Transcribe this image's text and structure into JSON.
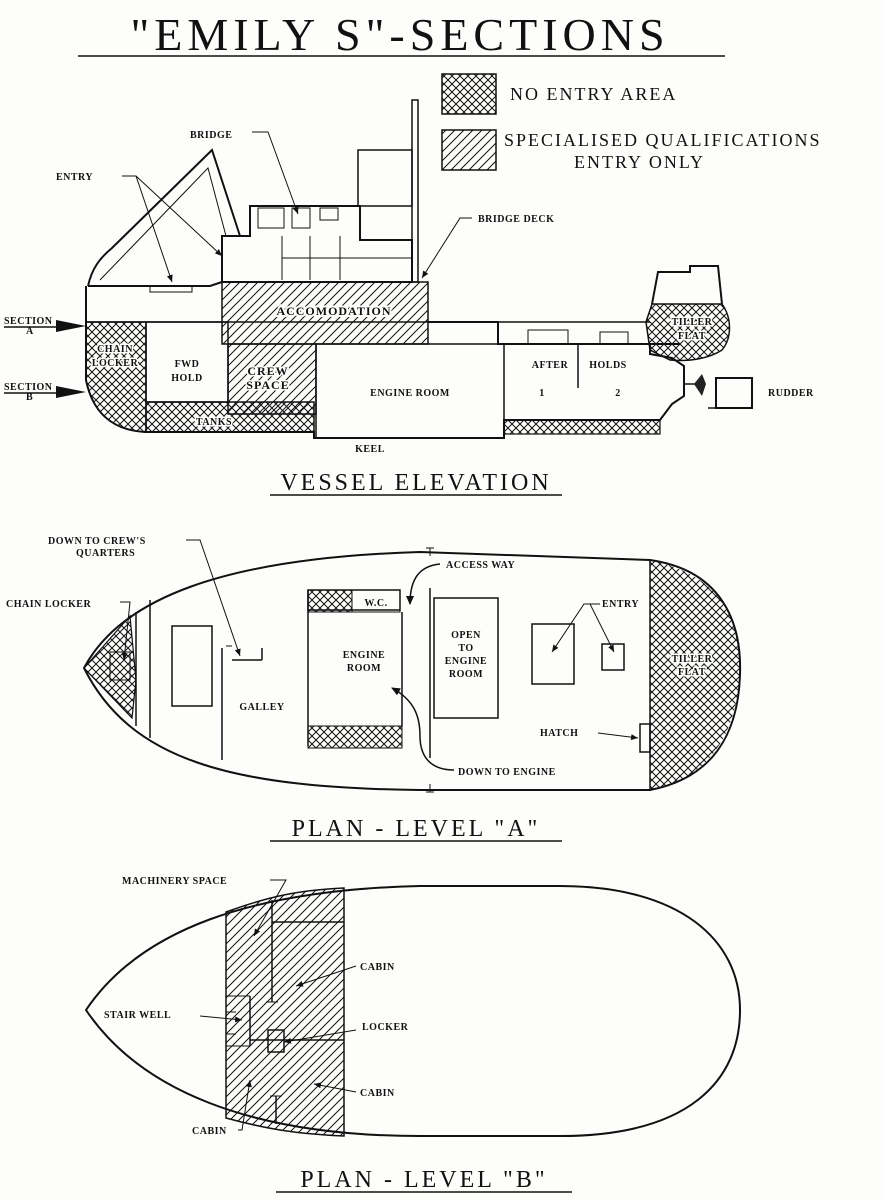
{
  "title": "\"EMILY S\"-SECTIONS",
  "legend": {
    "no_entry": "NO ENTRY AREA",
    "specialised_line1": "SPECIALISED QUALIFICATIONS",
    "specialised_line2": "ENTRY ONLY"
  },
  "elevation": {
    "heading": "VESSEL ELEVATION",
    "bridge": "BRIDGE",
    "entry": "ENTRY",
    "bridge_deck": "BRIDGE DECK",
    "accomodation": "ACCOMODATION",
    "section_a_top": "SECTION",
    "section_a_bottom": "A",
    "section_b_top": "SECTION",
    "section_b_bottom": "B",
    "chain_line1": "CHAIN",
    "chain_line2": "LOCKER",
    "fwd_line1": "FWD",
    "fwd_line2": "HOLD",
    "crew_line1": "CREW",
    "crew_line2": "SPACE",
    "engine_room": "ENGINE ROOM",
    "after": "AFTER",
    "holds": "HOLDS",
    "hold1": "1",
    "hold2": "2",
    "tiller_line1": "TILLER",
    "tiller_line2": "FLAT",
    "rudder": "RUDDER",
    "tanks": "TANKS",
    "keel": "KEEL"
  },
  "plan_a": {
    "heading": "PLAN - LEVEL \"A\"",
    "down_crew_line1": "DOWN TO CREW'S",
    "down_crew_line2": "QUARTERS",
    "chain_locker": "CHAIN LOCKER",
    "wc": "W.C.",
    "access_way": "ACCESS WAY",
    "entry": "ENTRY",
    "engine_line1": "ENGINE",
    "engine_line2": "ROOM",
    "open_line1": "OPEN",
    "open_line2": "TO",
    "open_line3": "ENGINE",
    "open_line4": "ROOM",
    "tiller_line1": "TILLER",
    "tiller_line2": "FLAT",
    "galley": "GALLEY",
    "hatch": "HATCH",
    "down_engine": "DOWN TO ENGINE"
  },
  "plan_b": {
    "heading": "PLAN - LEVEL \"B\"",
    "machinery": "MACHINERY SPACE",
    "cabin_top": "CABIN",
    "stair_well": "STAIR WELL",
    "locker": "LOCKER",
    "cabin_mid": "CABIN",
    "cabin_bottom": "CABIN"
  }
}
